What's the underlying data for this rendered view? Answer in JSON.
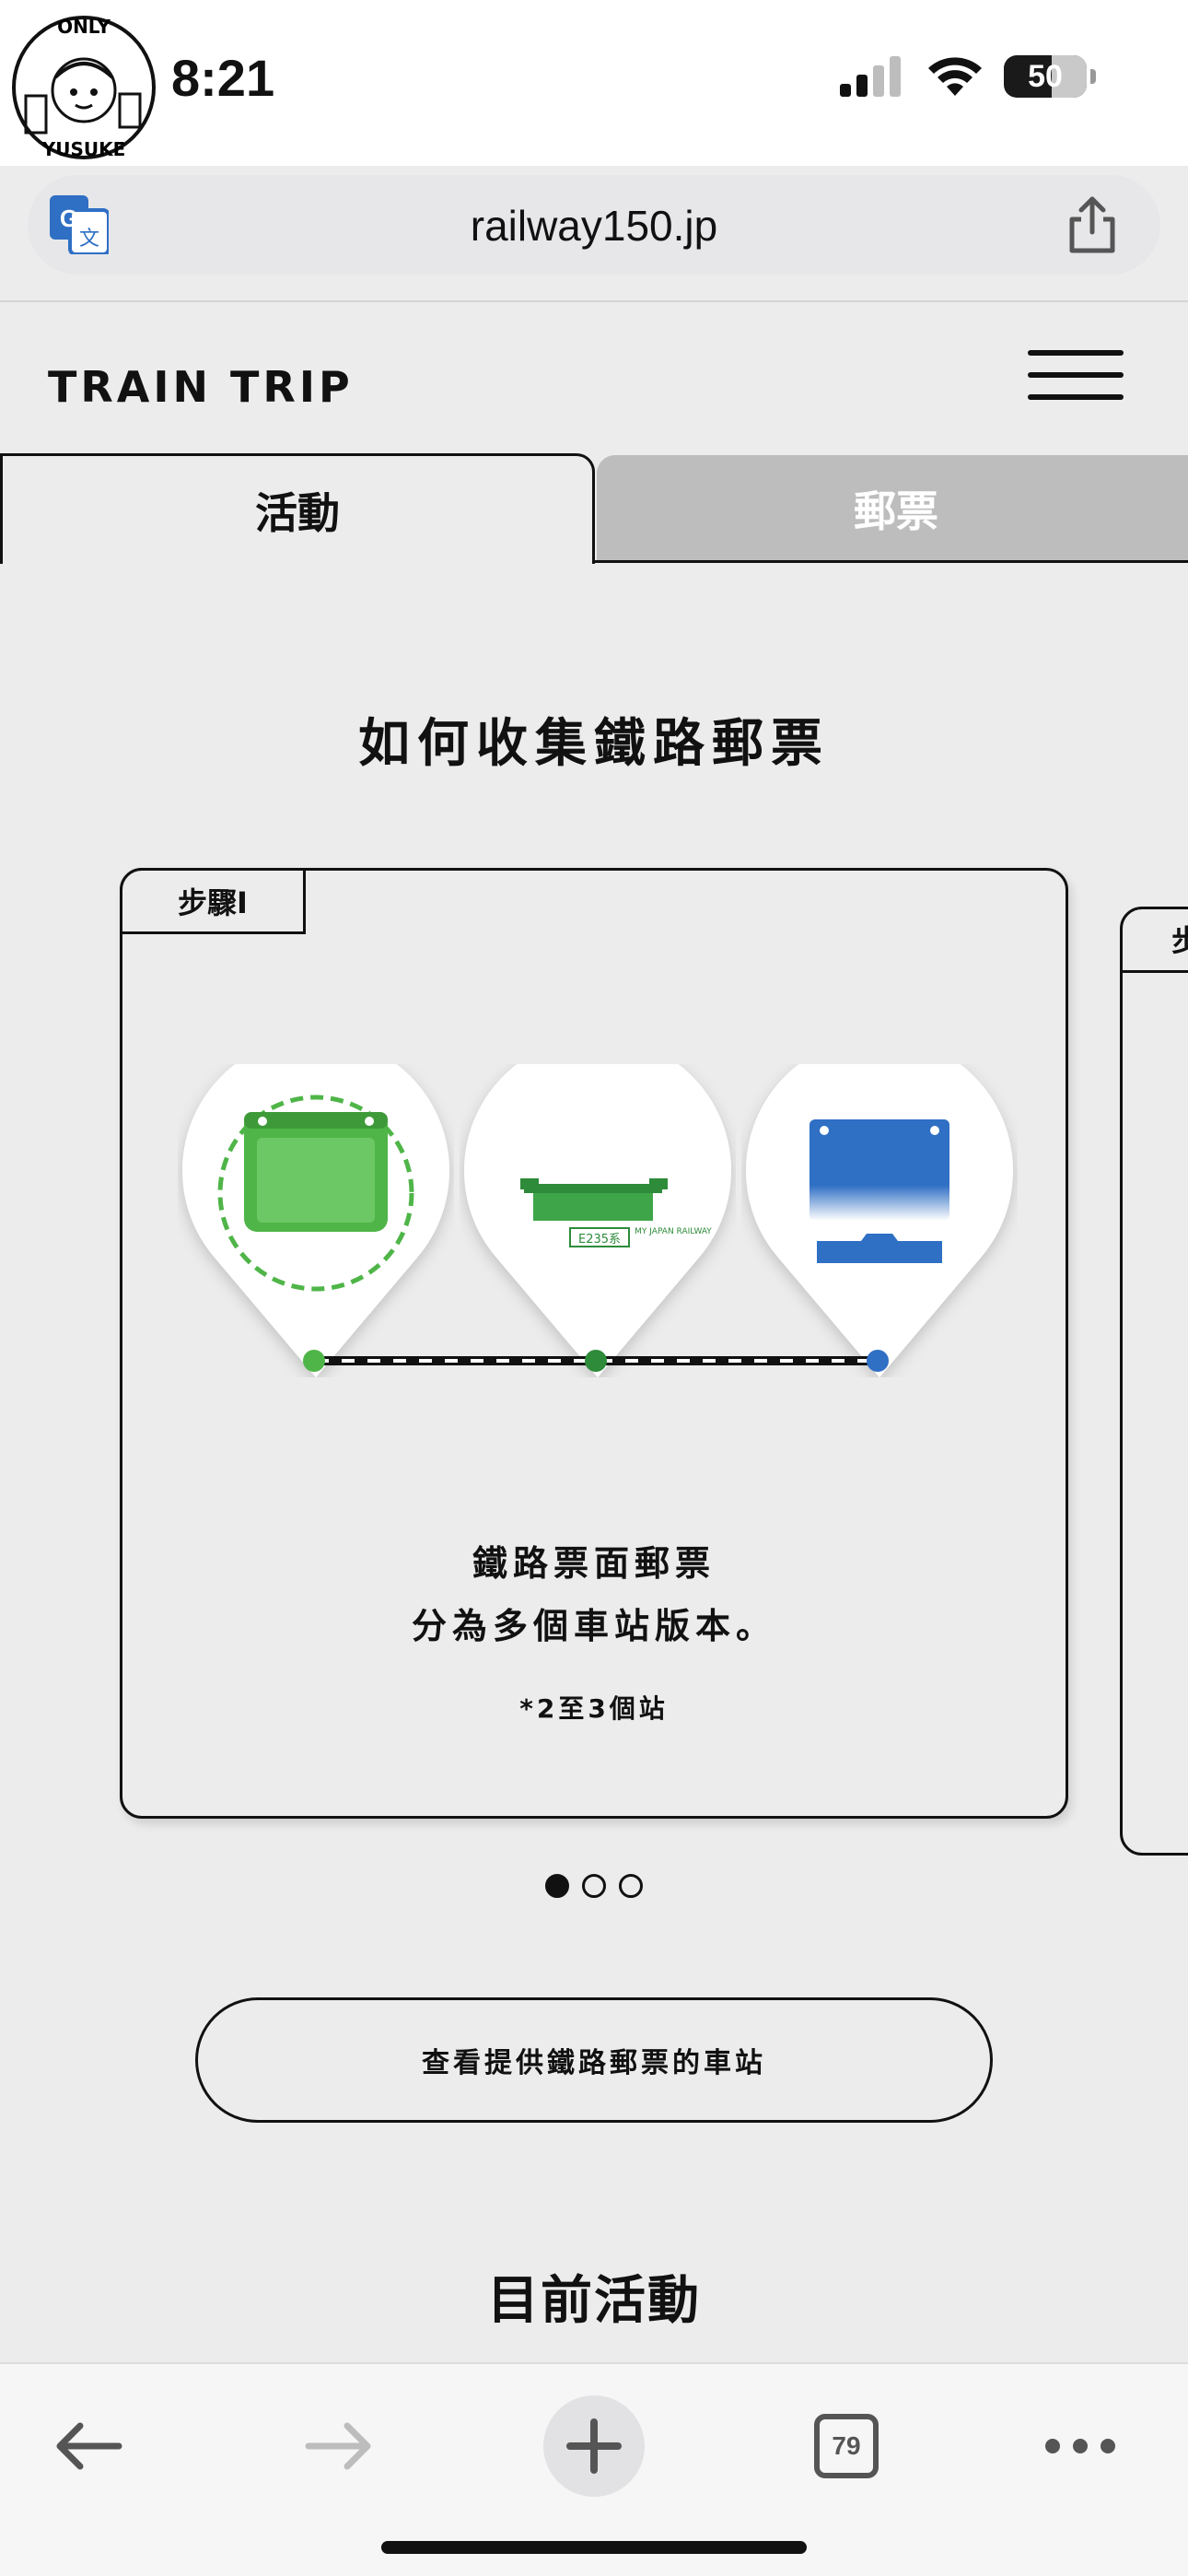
{
  "status_bar": {
    "time": "8:21",
    "battery": "50",
    "logo_text_top": "ONLY",
    "logo_text_bottom": "YUSUKE"
  },
  "browser": {
    "url": "railway150.jp",
    "tabs_count": "79"
  },
  "header": {
    "brand": "TRAIN TRIP"
  },
  "tabs": [
    {
      "label": "活動",
      "active": true
    },
    {
      "label": "郵票",
      "active": false
    }
  ],
  "section": {
    "title": "如何收集鐵路郵票"
  },
  "carousel": {
    "step_label": "步驟Ⅰ",
    "peek_label": "步",
    "line1": "鐵路票面郵票",
    "line2": "分為多個車站版本。",
    "note": "*2至3個站",
    "stamp_code": "E235系",
    "stamp_caption": "MY JAPAN RAILWAY",
    "page_count": 3,
    "current_page": 1
  },
  "station_button": {
    "label": "查看提供鐵路郵票的車站"
  },
  "current_section": {
    "title": "目前活動"
  },
  "colors": {
    "green": "#4fb548",
    "dark_green": "#2e8b3a",
    "blue": "#2f6fc4",
    "tab_inactive": "#bdbdbd"
  }
}
